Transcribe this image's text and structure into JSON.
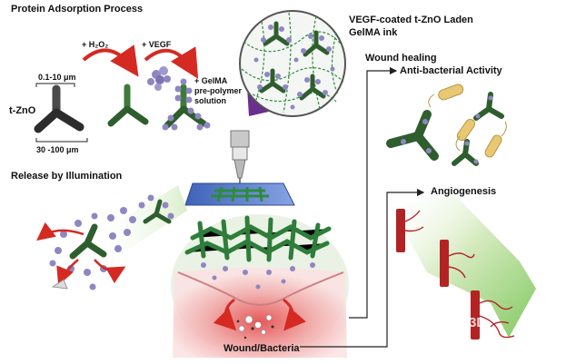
{
  "labels": {
    "protein_adsorption": "Protein Adsorption Process",
    "h2o2": "+ H₂O₂",
    "vegf_add": "+ VEGF",
    "size_small": "0.1-10 μm",
    "tzno": "t-ZnO",
    "size_large": "30 -100 μm",
    "gelma_line1": "+ GelMA",
    "gelma_line2": "pre-polymer",
    "gelma_line3": "solution",
    "ink_line1": "VEGF-coated t-ZnO Laden",
    "ink_line2": "GelMA ink",
    "wound_healing": "Wound healing",
    "anti_bacterial": "Anti-bacterial Activity",
    "release": "Release by Illumination",
    "angiogenesis": "Angiogenesis",
    "wound_bacteria": "Wound/Bacteria",
    "watermark": "极能3D"
  },
  "colors": {
    "tetrapod": "#2f5e2e",
    "vegf": "#8f86c2",
    "arrow_red": "#d42a22",
    "vessel": "#b32323",
    "bacteria": "#e8c872",
    "bed": "#5d7fd0",
    "wound_pink": "#f3b3b3",
    "halo_green": "#cde6b8"
  }
}
